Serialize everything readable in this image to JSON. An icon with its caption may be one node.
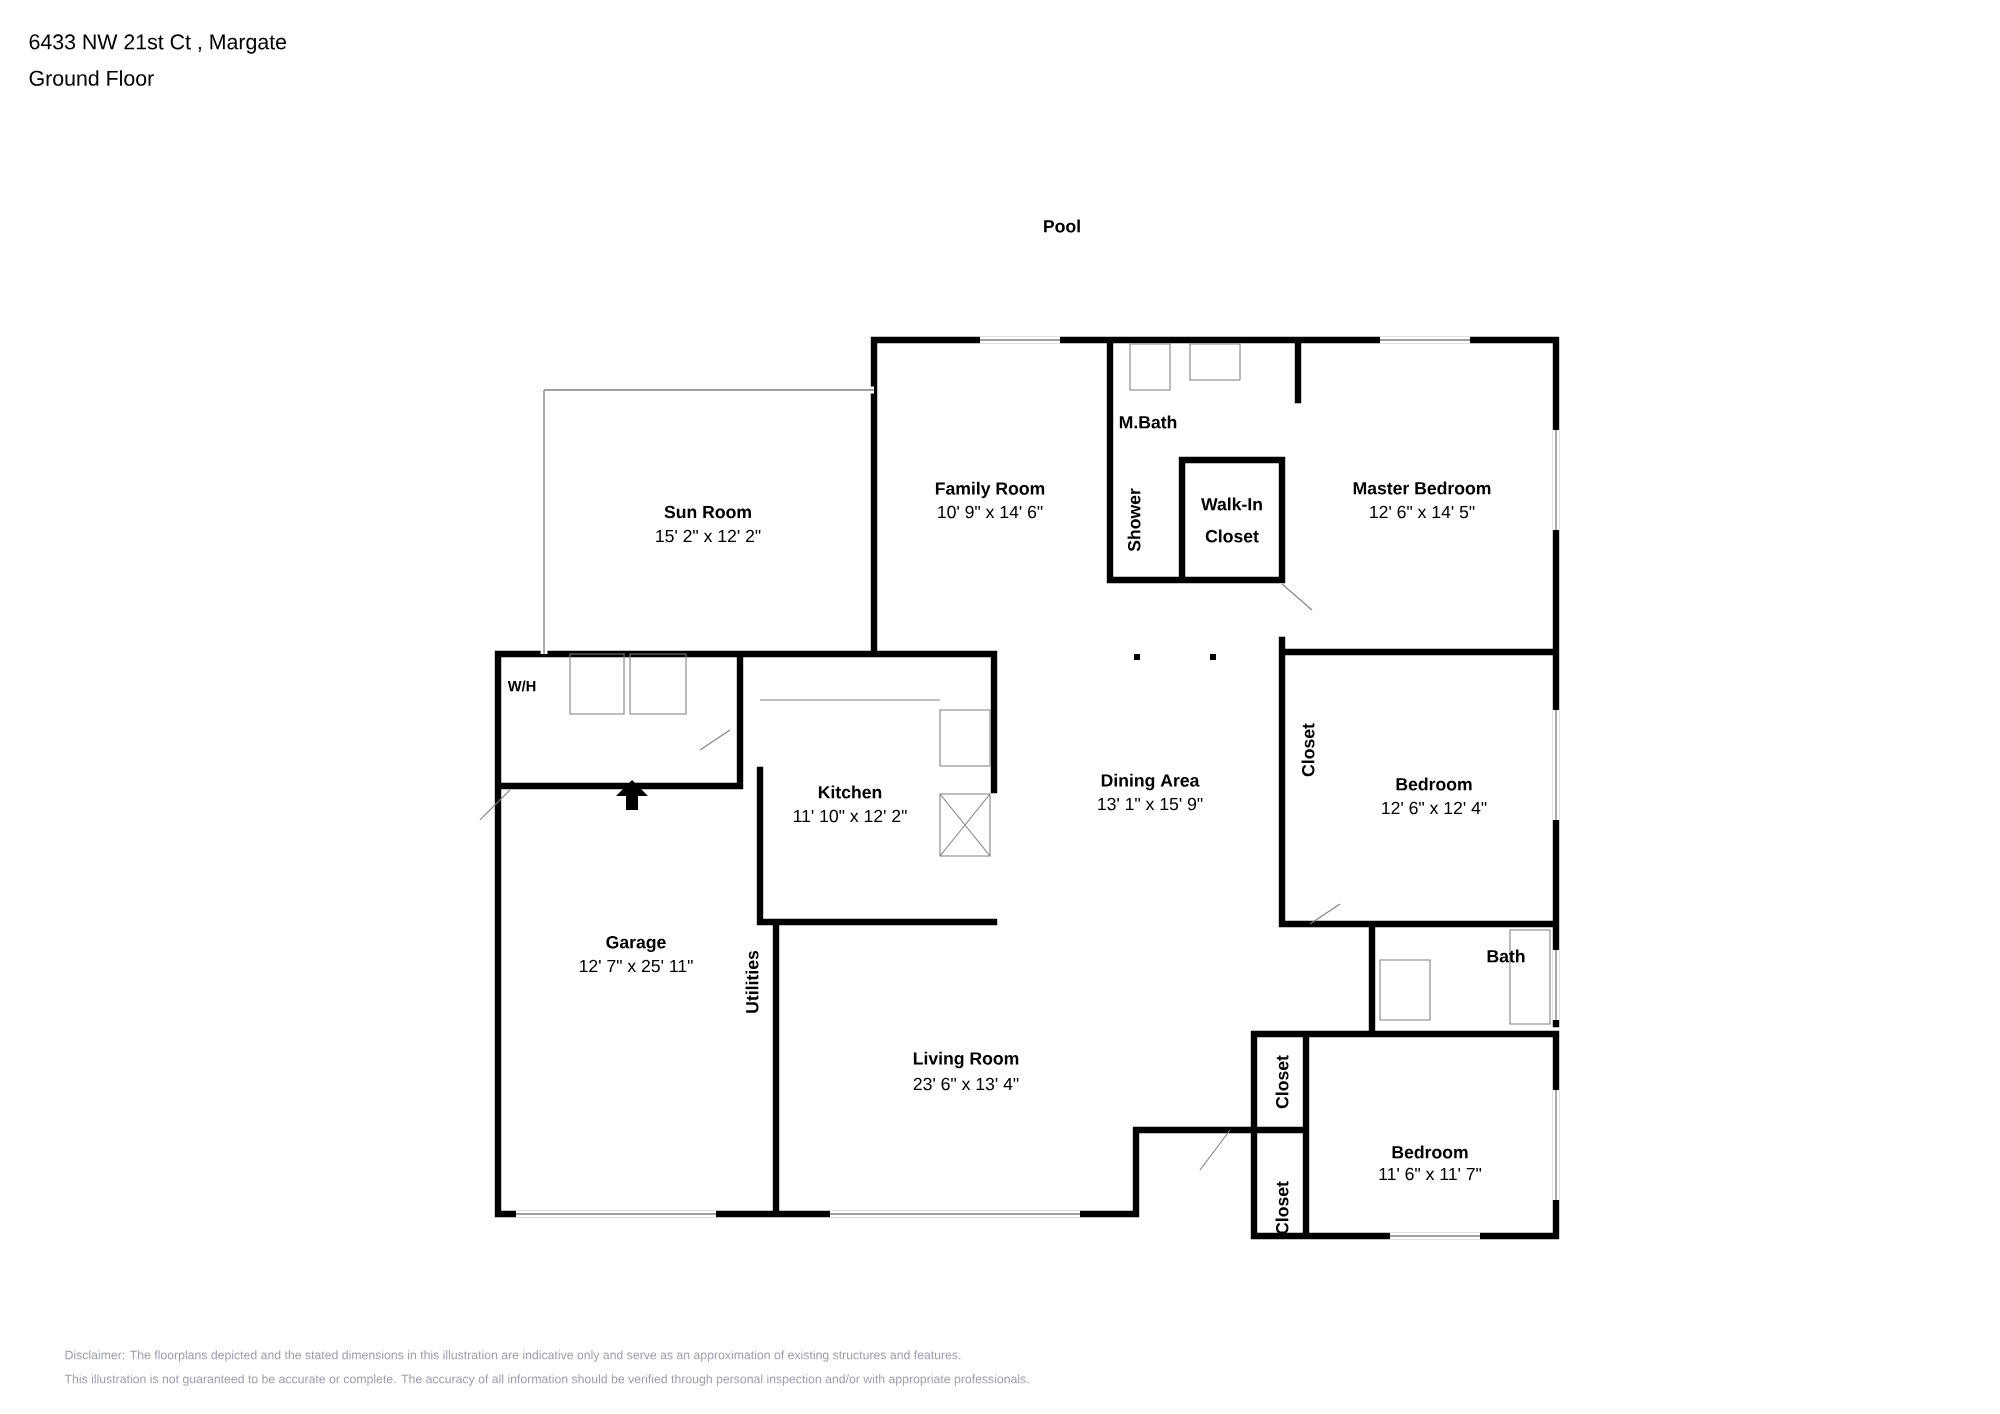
{
  "diagram": {
    "title": "6433 NW 21st Ct , Margate",
    "labels": [
      "Ground Floor",
      "Pool",
      "Sun Room",
      "15' 2\" x 12' 2\"",
      "Family Room",
      "10' 9\" x 14' 6\"",
      "M.Bath",
      "Master Bedroom",
      "12' 6\" x 14' 5\"",
      "Shower",
      "Walk-In Closet",
      "W/H",
      "Kitchen",
      "11' 10\" x 12' 2\"",
      "Closet",
      "Dining Area",
      "13' 1\" x 15' 9\"",
      "Bedroom",
      "12' 6\" x 12' 4\"",
      "Garage",
      "12' 7\" x 25' 11\"",
      "Utilities",
      "Bath",
      "Living Room",
      "23' 6\" x 13' 4\"",
      "Closet",
      "Bedroom",
      "11' 6\" x 11' 7\"",
      "Closet",
      "Disclaimer: The floorplans depicted and the stated dimensions in this illustration are indicative only and serve as an approximation of existing structures and features.",
      "This illustration is not guaranteed to be accurate or complete. The accuracy of all information should be verified through personal inspection and/or with appropriate professionals."
    ]
  }
}
